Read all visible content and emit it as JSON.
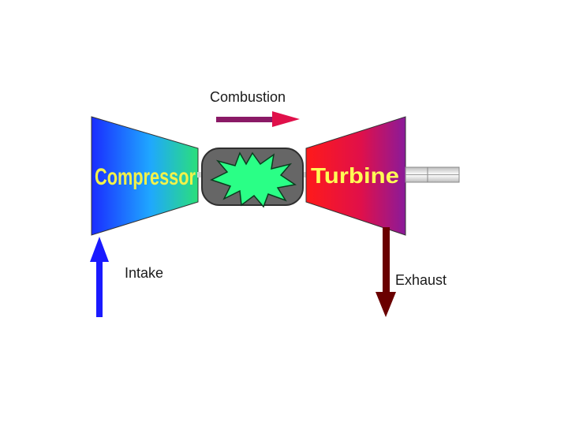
{
  "diagram": {
    "labels": {
      "combustion": "Combustion",
      "compressor": "Compressor",
      "turbine": "Turbine",
      "intake": "Intake",
      "exhaust": "Exhaust"
    },
    "colors": {
      "compressor_gradient": [
        "#1a2cff",
        "#1fa7ff",
        "#2adf7a"
      ],
      "compressor_text": "#f2f24a",
      "turbine_gradient": [
        "#ff1a1a",
        "#e0104a",
        "#8a1a9a"
      ],
      "turbine_text": "#ffff55",
      "chamber_fill": "#666666",
      "flame_fill": "#2aff86",
      "shaft_fill": "#e6e6e6",
      "combustion_arrow": "#8a1a66",
      "intake_arrow": "#1a1aff",
      "exhaust_arrow": "#6a0000"
    }
  }
}
